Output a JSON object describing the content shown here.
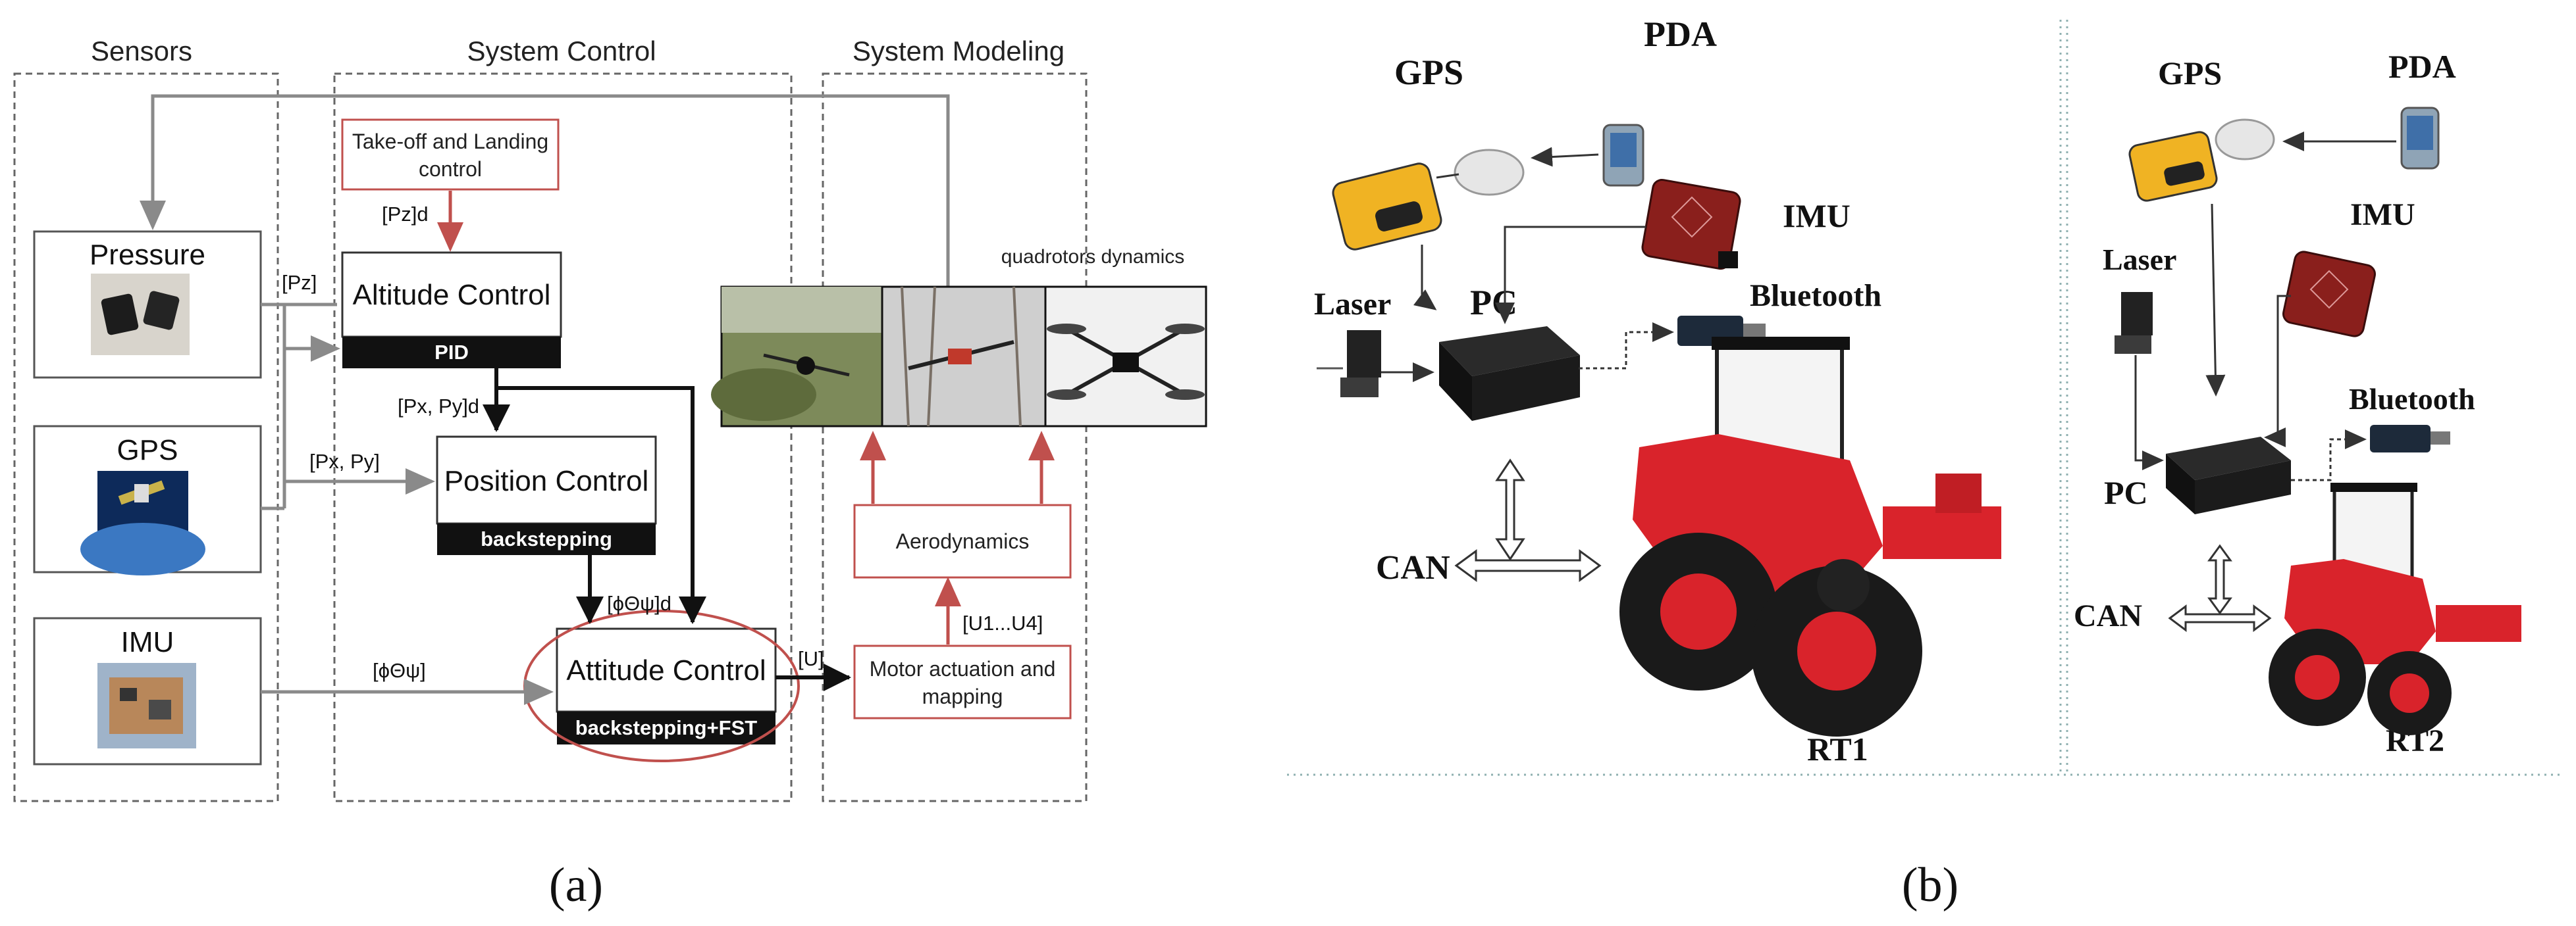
{
  "panel_a": {
    "sections": [
      "Sensors",
      "System Control",
      "System Modeling"
    ],
    "sensors": [
      "Pressure",
      "GPS",
      "IMU"
    ],
    "takeoff_label": [
      "Take-off and Landing",
      "control"
    ],
    "altitude": {
      "title": "Altitude Control",
      "method": "PID"
    },
    "position": {
      "title": "Position Control",
      "method": "backstepping"
    },
    "attitude": {
      "title": "Attitude Control",
      "method": "backstepping+FST"
    },
    "signals": {
      "pz": "[Pz]",
      "pzd": "[Pz]d",
      "pxpy": "[Px, Py]",
      "pxpyd": "[Px, Py]d",
      "angles": "[ϕΘψ]",
      "angles_d": "[ϕΘψ]d",
      "u": "[U]",
      "u1u4": "[U1...U4]"
    },
    "quadrotors_label": "quadrotors dynamics",
    "aerodynamics": "Aerodynamics",
    "motor_label": [
      "Motor actuation and",
      "mapping"
    ]
  },
  "panel_b": {
    "rt1": {
      "pda": "PDA",
      "gps": "GPS",
      "imu": "IMU",
      "laser": "Laser",
      "pc": "PC",
      "bluetooth": "Bluetooth",
      "can": "CAN",
      "name": "RT1"
    },
    "rt2": {
      "gps": "GPS",
      "pda": "PDA",
      "imu": "IMU",
      "laser": "Laser",
      "pc": "PC",
      "bluetooth": "Bluetooth",
      "can": "CAN",
      "name": "RT2"
    }
  },
  "captions": {
    "a": "(a)",
    "b": "(b)"
  },
  "colors": {
    "red_arrow": "#c0504d",
    "gray_arrow": "#8a8a8a",
    "tractor_red": "#d9232b"
  }
}
